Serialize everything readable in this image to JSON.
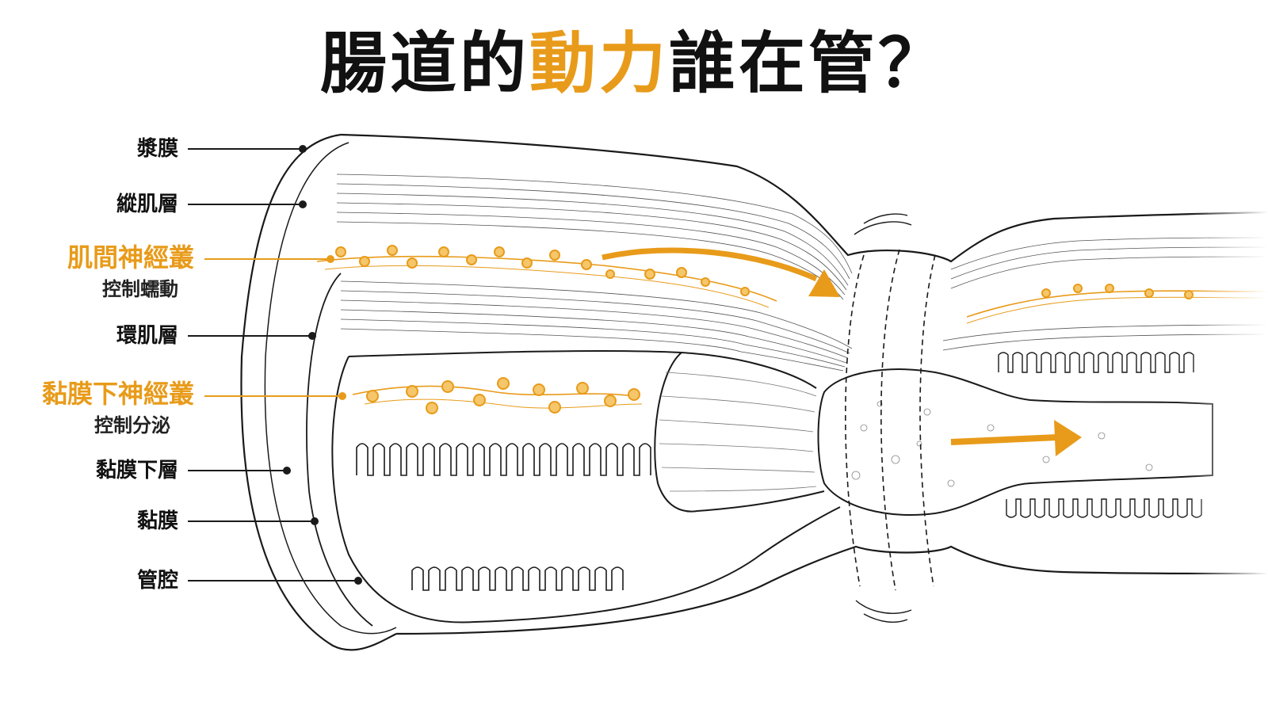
{
  "title": {
    "part1": "腸道的",
    "highlight": "動力",
    "part2": "誰在管？"
  },
  "labels": {
    "serosa": "漿膜",
    "longitudinal_muscle": "縱肌層",
    "myenteric_plexus": "肌間神經叢",
    "myenteric_plexus_desc": "控制蠕動",
    "circular_muscle": "環肌層",
    "submucosal_plexus": "黏膜下神經叢",
    "submucosal_plexus_desc": "控制分泌",
    "submucosa": "黏膜下層",
    "mucosa": "黏膜",
    "lumen": "管腔"
  },
  "colors": {
    "accent": "#e89b1a",
    "ink": "#111111"
  }
}
